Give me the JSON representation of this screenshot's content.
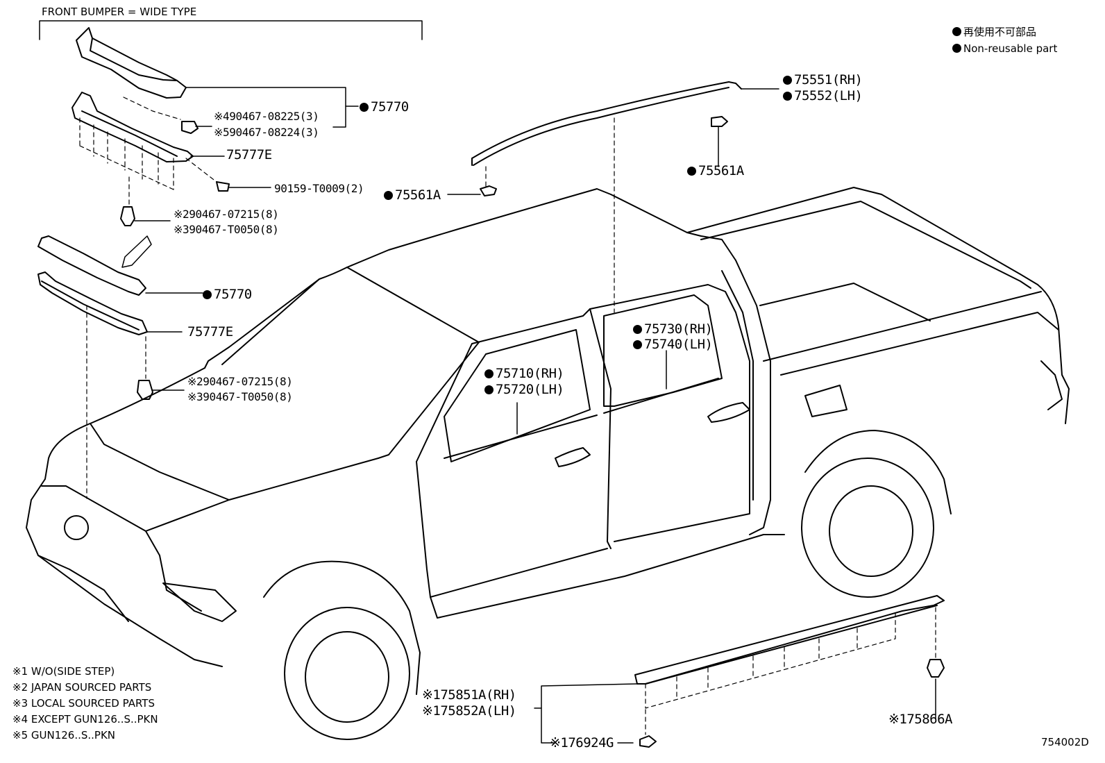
{
  "header": {
    "title": "FRONT BUMPER = WIDE TYPE"
  },
  "legend": {
    "jp": "再使用不可部品",
    "en": "Non-reusable part"
  },
  "parts": {
    "p75551": "75551(RH)",
    "p75552": "75552(LH)",
    "p75561a_top": "75561A",
    "p75561a_left": "75561A",
    "p75770_top": "75770",
    "p75770_mid": "75770",
    "p75777e_top": "75777E",
    "p75777e_mid": "75777E",
    "clip4": "※490467-08225(3)",
    "clip5": "※590467-08224(3)",
    "screw": "90159-T0009(2)",
    "clip2_top": "※290467-07215(8)",
    "clip3_top": "※390467-T0050(8)",
    "clip2_mid": "※290467-07215(8)",
    "clip3_mid": "※390467-T0050(8)",
    "p75730": "75730(RH)",
    "p75740": "75740(LH)",
    "p75710": "75710(RH)",
    "p75720": "75720(LH)",
    "p75851a": "※175851A(RH)",
    "p75852a": "※175852A(LH)",
    "p76924g": "※176924G",
    "p75866a": "※175866A"
  },
  "notes": [
    "※1 W/O(SIDE STEP)",
    "※2 JAPAN SOURCED PARTS",
    "※3 LOCAL SOURCED PARTS",
    "※4 EXCEPT GUN126..S..PKN",
    "※5 GUN126..S..PKN"
  ],
  "figure_id": "754002D"
}
